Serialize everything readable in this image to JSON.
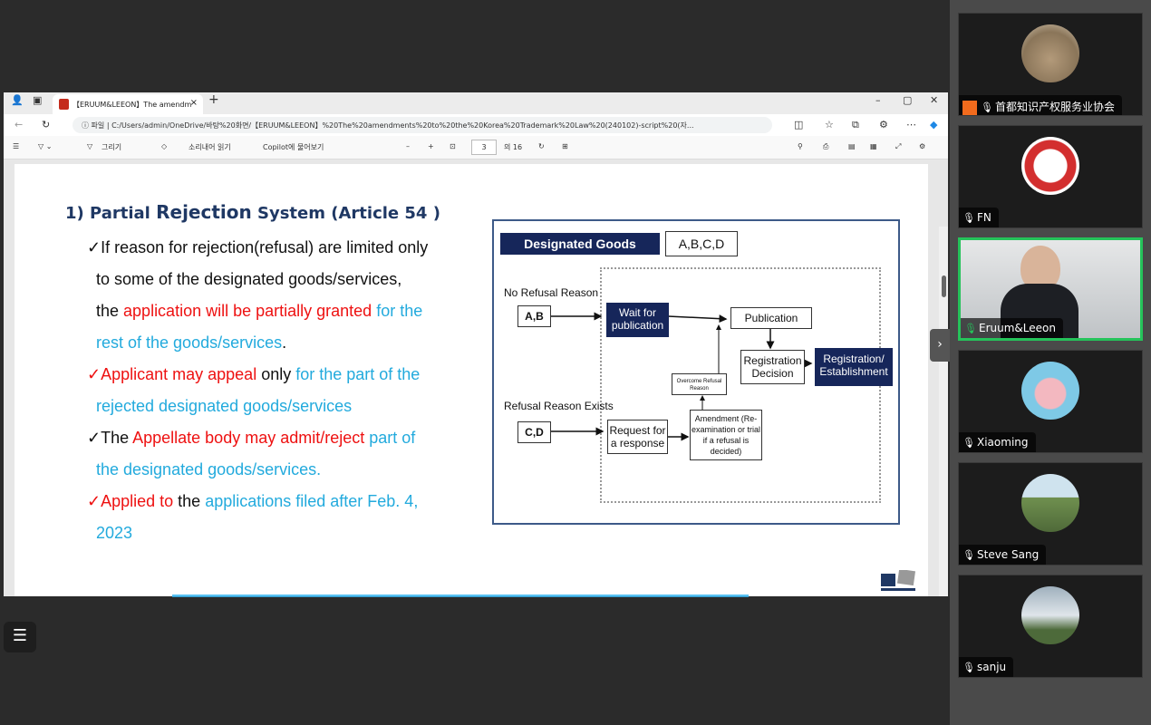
{
  "browser": {
    "tab_title": "【ERUUM&LEEON】The amendm",
    "tab_close": "×",
    "new_tab": "+",
    "url_label": "파일",
    "url": "C:/Users/admin/OneDrive/바탕%20화면/【ERUUM&LEEON】%20The%20amendments%20to%20the%20Korea%20Trademark%20Law%20(240102)-script%20(자...",
    "win_min": "–",
    "win_max": "▢",
    "win_close": "✕"
  },
  "pdf_toolbar": {
    "draw": "그리기",
    "read_aloud": "소리내어 읽기",
    "copilot": "Copilot에 물어보기",
    "zoom_out": "–",
    "zoom_in": "+",
    "page_current": "3",
    "page_total": "의 16"
  },
  "slide": {
    "title_prefix": "1) Partial ",
    "title_big": "Rejection",
    "title_suffix": " System (Article 54 )",
    "b1": {
      "l1": "✓If reason for rejection(refusal) are limited only",
      "l2": "to some of the designated goods/services,",
      "l3a": "the ",
      "l3b": "application will be partially granted",
      "l3c": " for the",
      "l4a": "rest of the goods/services",
      "l4b": "."
    },
    "b2": {
      "l1a": "✓Applicant may appeal",
      "l1b": " only ",
      "l1c": "for the part of the",
      "l2": "rejected designated goods/services"
    },
    "b3": {
      "l1a": "✓The ",
      "l1b": "Appellate body may admit/reject",
      "l1c": " part of",
      "l2": "the designated goods/services."
    },
    "b4": {
      "l1a": "✓Applied to",
      "l1b": " the ",
      "l1c": "applications filed after Feb. 4,",
      "l2": "2023"
    }
  },
  "diagram": {
    "header": "Designated Goods",
    "header_value": "A,B,C,D",
    "no_refusal": "No Refusal Reason",
    "ab": "A,B",
    "wait": "Wait for publication",
    "publication": "Publication",
    "reg_decision": "Registration Decision",
    "reg_est": "Registration/ Establishment",
    "overcome": "Overcome Refusal Reason",
    "refusal_exists": "Refusal Reason Exists",
    "cd": "C,D",
    "request": "Request for a response",
    "amendment": "Amendment (Re-examination or trial if a refusal is decided)"
  },
  "participants": [
    {
      "name": "首都知识产权服务业协会"
    },
    {
      "name": "FN"
    },
    {
      "name": "Eruum&Leeon"
    },
    {
      "name": "Xiaoming"
    },
    {
      "name": "Steve Sang"
    },
    {
      "name": "sanju"
    }
  ],
  "colors": {
    "accent_active": "#25c35a",
    "slide_title": "#1f3864",
    "red": "#ee1111",
    "blue": "#22aadd",
    "navy": "#16265a"
  }
}
